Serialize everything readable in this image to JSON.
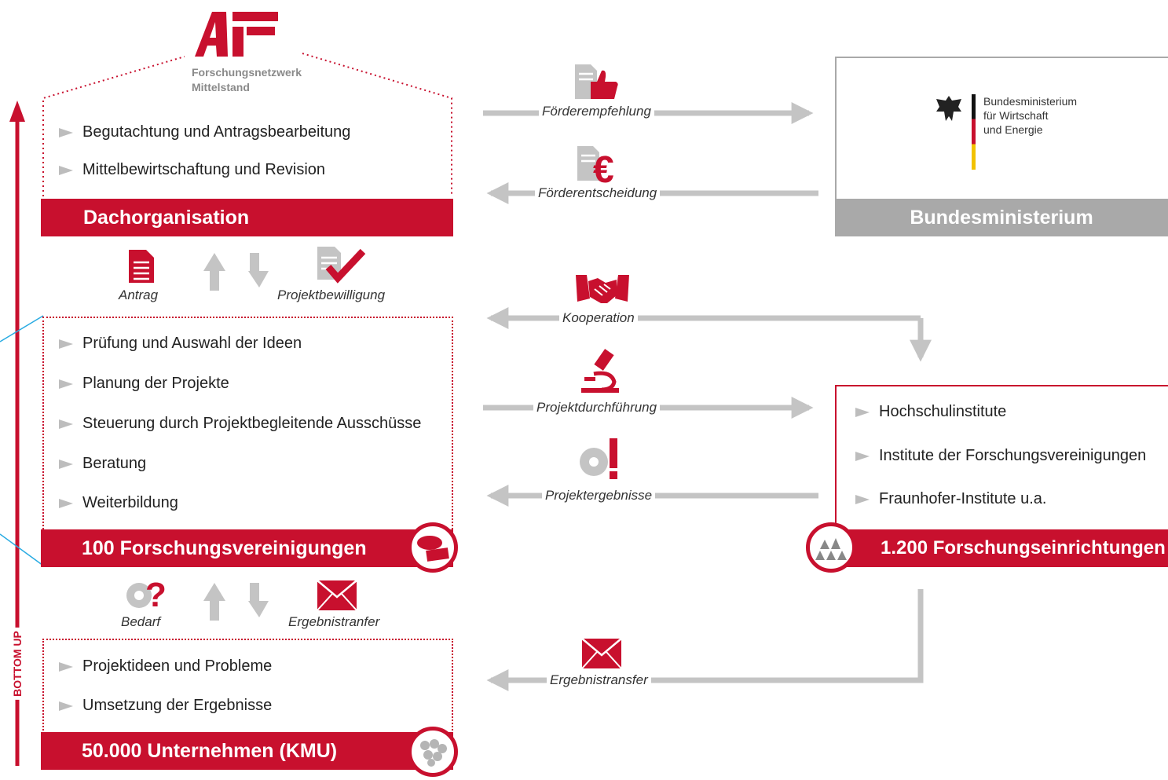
{
  "logo": {
    "tagline_line1": "Forschungsnetzwerk",
    "tagline_line2": "Mittelstand"
  },
  "side_arrow": {
    "label": "BOTTOM UP"
  },
  "dachorganisation": {
    "items": [
      "Begutachtung und Antragsbearbeitung",
      "Mittelbewirtschaftung und Revision"
    ],
    "title": "Dachorganisation"
  },
  "level1_flow": {
    "up_label": "Antrag",
    "down_label": "Projektbewilligung"
  },
  "forschungsvereinigungen": {
    "items": [
      "Prüfung und Auswahl der Ideen",
      "Planung der Projekte",
      "Steuerung durch Projektbegleitende Ausschüsse",
      "Beratung",
      "Weiterbildung"
    ],
    "title": "100 Forschungsvereinigungen"
  },
  "level2_flow": {
    "up_label": "Bedarf",
    "down_label": "Ergebnistranfer"
  },
  "unternehmen": {
    "items": [
      "Projektideen und Probleme",
      "Umsetzung der Ergebnisse"
    ],
    "title": "50.000  Unternehmen (KMU)"
  },
  "flows": {
    "foerderempfehlung": "Förderempfehlung",
    "foerderentscheidung": "Förderentscheidung",
    "kooperation": "Kooperation",
    "projektdurchfuehrung": "Projektdurchführung",
    "projektergebnisse": "Projektergebnisse",
    "ergebnistransfer": "Ergebnistransfer"
  },
  "bundesministerium": {
    "logo_line1": "Bundesministerium",
    "logo_line2": "für Wirtschaft",
    "logo_line3": "und Energie",
    "title": "Bundesministerium"
  },
  "forschungseinrichtungen": {
    "items": [
      "Hochschulinstitute",
      "Institute der Forschungsvereinigungen",
      "Fraunhofer-Institute u.a."
    ],
    "title": "1.200 Forschungseinrichtungen"
  },
  "colors": {
    "red": "#c8102e",
    "gray": "#bdbdbd",
    "dark_gray": "#a9a9a9"
  }
}
